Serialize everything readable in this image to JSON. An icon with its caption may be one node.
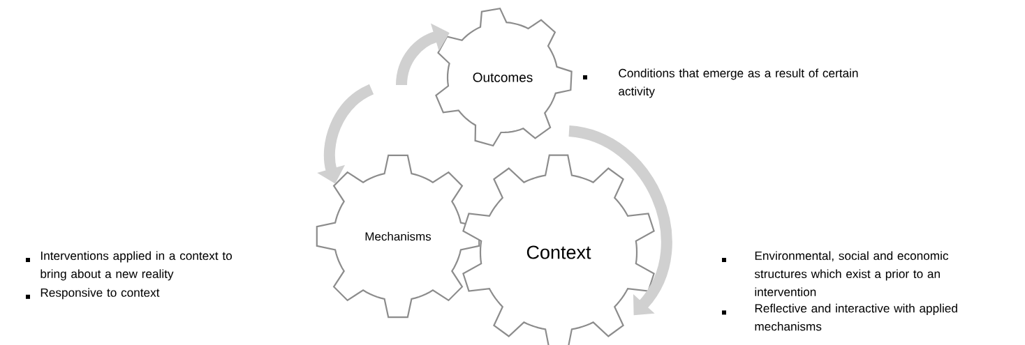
{
  "diagram": {
    "nodes": [
      {
        "text": [
          "Outcomes"
        ],
        "beside": [
          "Conditions that emerge as a result of certain activity"
        ]
      },
      {
        "text": [
          "Mechanisms"
        ],
        "beside": [
          "Interventions applied in a context to bring about a new reality",
          "Responsive to context"
        ]
      },
      {
        "text": [
          "Context"
        ],
        "beside": [
          "Environmental, social and economic structures which exist a prior to an intervention",
          "Reflective and interactive with applied mechanisms"
        ]
      }
    ],
    "edges": [
      {
        "from": null,
        "to": 0,
        "arrow": "to"
      },
      {
        "from": null,
        "to": 1,
        "arrow": "to"
      },
      {
        "from": null,
        "to": 2,
        "arrow": "to"
      }
    ]
  }
}
